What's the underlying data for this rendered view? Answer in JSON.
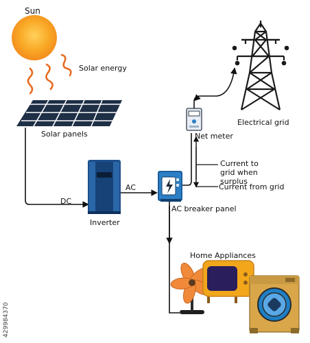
{
  "labels": {
    "sun": "Sun",
    "solar_energy": "Solar energy",
    "solar_panels": "Solar panels",
    "electrical_grid": "Electrical grid",
    "net_meter": "Net meter",
    "current_to_grid": "Current to grid when surplus",
    "current_from_grid": "Current from grid",
    "ac": "AC",
    "dc": "DC",
    "ac_breaker_panel": "AC breaker panel",
    "inverter": "Inverter",
    "home_appliances": "Home Appliances"
  },
  "watermark_id": "429984370",
  "colors": {
    "sun": "#f6a21e",
    "rays": "#e8681c",
    "panel": "#1e2f46",
    "inverter": "#1d4f8c",
    "breaker": "#2c7fc4",
    "fan": "#f08a3a",
    "tv": "#f2a71b",
    "washer": "#d9a64a",
    "line": "#111111"
  },
  "icons": [
    "sun-icon",
    "solar-panel-icon",
    "inverter-icon",
    "breaker-panel-icon",
    "net-meter-icon",
    "transmission-tower-icon",
    "fan-icon",
    "tv-icon",
    "washing-machine-icon"
  ]
}
